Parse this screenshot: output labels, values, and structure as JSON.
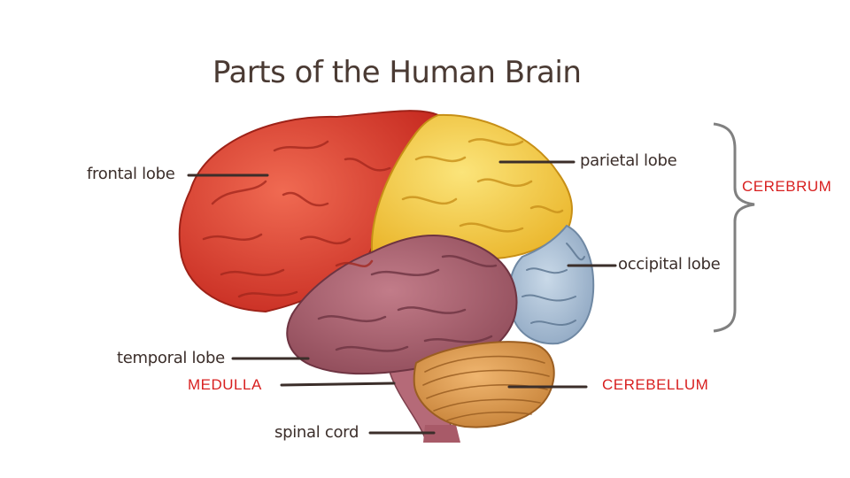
{
  "diagram": {
    "title": "Parts of the Human Brain",
    "labels": {
      "frontal": "frontal lobe",
      "parietal": "parietal lobe",
      "occipital": "occipital lobe",
      "temporal": "temporal lobe",
      "spinal": "spinal cord"
    },
    "annotations": {
      "cerebrum": "CEREBRUM",
      "medulla": "MEDULLA",
      "cerebellum": "CEREBELLUM"
    },
    "colors": {
      "frontal": "#d9382c",
      "parietal": "#f5cf3b",
      "occipital": "#9fb8d2",
      "temporal": "#a9606e",
      "cerebellum": "#d9944a",
      "brainstem": "#b56a78",
      "annotation": "#d81f1f",
      "leader": "#3b2e2a"
    }
  }
}
